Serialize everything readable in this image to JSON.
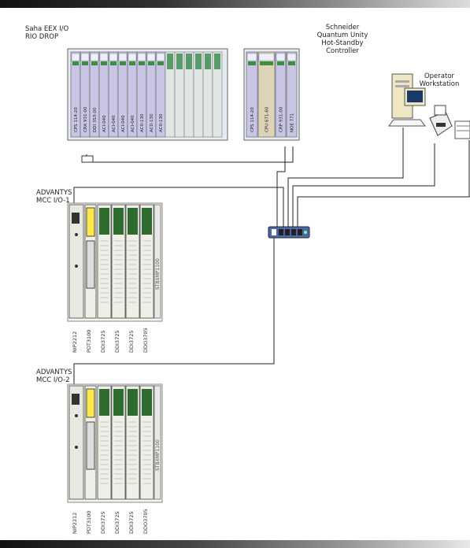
{
  "labels": {
    "rio_drop": "Saha EEX I/O\nRIO DROP",
    "controller": "Schneider\nQuantum Unity\nHot-Standby\nController",
    "operator": "Operator\nWorkstation",
    "mcc1": "ADVANTYS\nMCC I/O-1",
    "mcc2": "ADVANTYS\nMCC I/O-2"
  },
  "rio_modules": [
    "CPS 114-20",
    "CRA 931-00",
    "DDI 353-00",
    "ACI-040",
    "ACI-040",
    "ACI-040",
    "ACI-040",
    "AC0-130",
    "AC0-130",
    "AC0-130"
  ],
  "controller_modules": [
    "CPS 114-20",
    "CPU 671-60",
    "CRP 931-00",
    "NOE 771"
  ],
  "island_modules": [
    "NIP2212",
    "PDT3100",
    "DDI3725",
    "DDI3725",
    "DDI3725",
    "DDO3705"
  ],
  "island_side_label": "STBXMP1100",
  "colors": {
    "module": "#c8c6e4",
    "module_dark": "#a9a7cf",
    "io_green": "#3c8f3c",
    "chassis": "#e4ecf2",
    "line": "#222222",
    "switch": "#4a6aa6"
  }
}
